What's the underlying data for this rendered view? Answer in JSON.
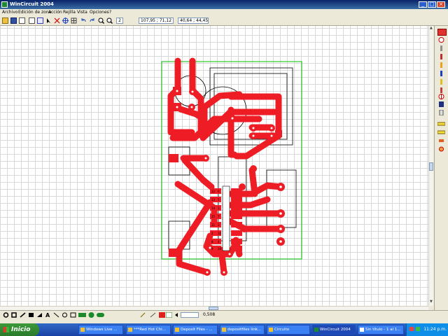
{
  "window": {
    "title": "WinCircuit 2004",
    "controls": [
      "_",
      "□",
      "×"
    ]
  },
  "menu": [
    "Archivo",
    "Edición de zona",
    "Acción",
    "Rejilla",
    "Vista",
    "Opciones",
    "?"
  ],
  "toolbar": {
    "page": "2",
    "coord1": "107,95 ; 71,12",
    "coord2": "40,64 ; 44,45"
  },
  "pcb_ic_pins": [
    "12",
    "6",
    "13",
    "5",
    "14",
    "1",
    "15",
    "7",
    "11",
    "3",
    "2",
    "10",
    "8",
    "4",
    "9",
    "20"
  ],
  "bottom": {
    "zoom": "0,508"
  },
  "taskbar": {
    "start": "Inicio",
    "tasks": [
      "Windows Live ...",
      "***Red Hot Chi...",
      "Deposit Files - ...",
      "depositfiles link...",
      "Circuito",
      "WinCircuit 2004",
      "Sin título - 1 al 1..."
    ],
    "clock": "11:24 p.m."
  },
  "colors": {
    "trace": "#ee1c24",
    "board": "#00c000",
    "grid": "#d8d8d8"
  }
}
